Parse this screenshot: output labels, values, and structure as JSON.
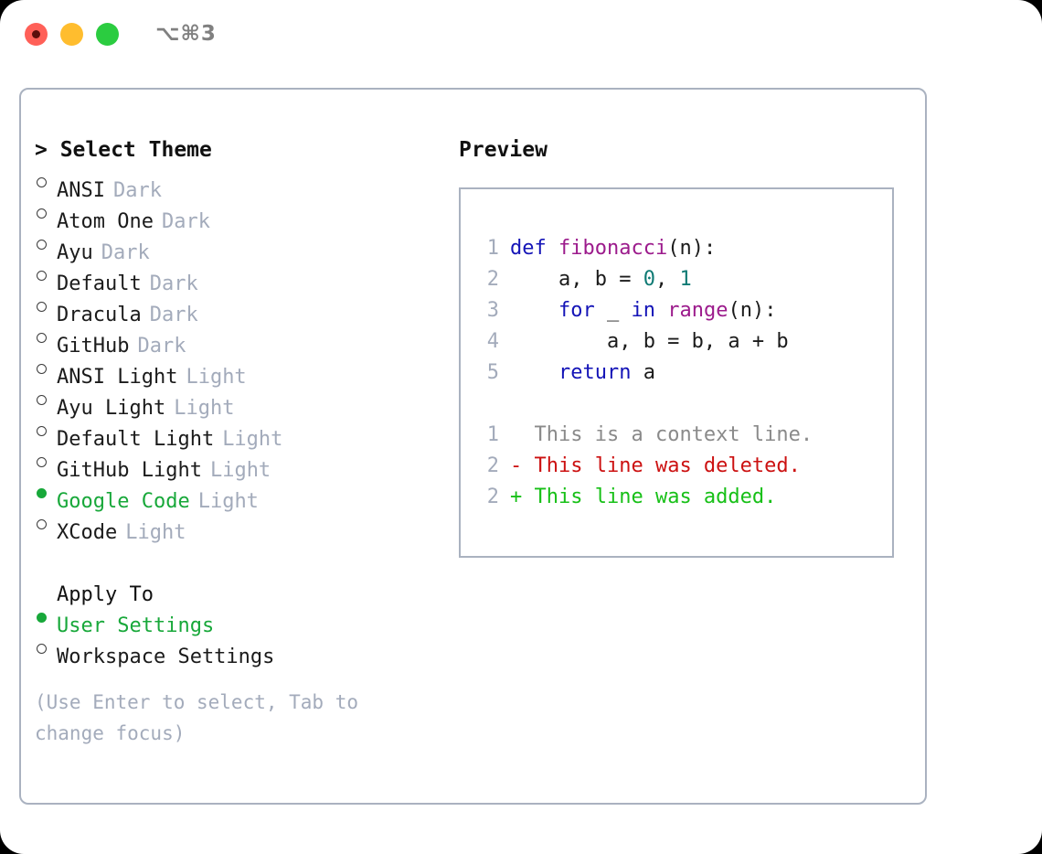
{
  "window": {
    "title": "⌥⌘3",
    "traffic_lights": [
      "close-red",
      "minimize-yellow",
      "maximize-green"
    ]
  },
  "theme_list": {
    "header": "> Select Theme",
    "items": [
      {
        "label": "ANSI",
        "tag": "Dark",
        "selected": false
      },
      {
        "label": "Atom One",
        "tag": "Dark",
        "selected": false
      },
      {
        "label": "Ayu",
        "tag": "Dark",
        "selected": false
      },
      {
        "label": "Default",
        "tag": "Dark",
        "selected": false
      },
      {
        "label": "Dracula",
        "tag": "Dark",
        "selected": false
      },
      {
        "label": "GitHub",
        "tag": "Dark",
        "selected": false
      },
      {
        "label": "ANSI Light",
        "tag": "Light",
        "selected": false
      },
      {
        "label": "Ayu Light",
        "tag": "Light",
        "selected": false
      },
      {
        "label": "Default Light",
        "tag": "Light",
        "selected": false
      },
      {
        "label": "GitHub Light",
        "tag": "Light",
        "selected": false
      },
      {
        "label": "Google Code",
        "tag": "Light",
        "selected": true
      },
      {
        "label": "XCode",
        "tag": "Light",
        "selected": false
      }
    ]
  },
  "apply_to": {
    "header": "Apply To",
    "items": [
      {
        "label": "User Settings",
        "selected": true
      },
      {
        "label": "Workspace Settings",
        "selected": false
      }
    ]
  },
  "hint": "(Use Enter to select, Tab to change focus)",
  "preview": {
    "title": "Preview",
    "code_lines": [
      {
        "no": "1",
        "tokens": [
          {
            "t": "def ",
            "c": "kw"
          },
          {
            "t": "fibonacci",
            "c": "fn"
          },
          {
            "t": "(n):",
            "c": "txt"
          }
        ]
      },
      {
        "no": "2",
        "tokens": [
          {
            "t": "    a, b = ",
            "c": "txt"
          },
          {
            "t": "0",
            "c": "num"
          },
          {
            "t": ", ",
            "c": "txt"
          },
          {
            "t": "1",
            "c": "num"
          }
        ]
      },
      {
        "no": "3",
        "tokens": [
          {
            "t": "    ",
            "c": "txt"
          },
          {
            "t": "for",
            "c": "kw"
          },
          {
            "t": " _ ",
            "c": "txt"
          },
          {
            "t": "in",
            "c": "kw"
          },
          {
            "t": " ",
            "c": "txt"
          },
          {
            "t": "range",
            "c": "fn"
          },
          {
            "t": "(n):",
            "c": "txt"
          }
        ]
      },
      {
        "no": "4",
        "tokens": [
          {
            "t": "        a, b = b, a + b",
            "c": "txt"
          }
        ]
      },
      {
        "no": "5",
        "tokens": [
          {
            "t": "    ",
            "c": "txt"
          },
          {
            "t": "return",
            "c": "kw"
          },
          {
            "t": " a",
            "c": "txt"
          }
        ]
      }
    ],
    "diff_lines": [
      {
        "no": "1",
        "marker": "  ",
        "text": "This is a context line.",
        "kind": "ctx"
      },
      {
        "no": "2",
        "marker": "- ",
        "text": "This line was deleted.",
        "kind": "del"
      },
      {
        "no": "2",
        "marker": "+ ",
        "text": "This line was added.",
        "kind": "add"
      }
    ]
  },
  "colors": {
    "accent_green": "#18a83a",
    "tag_gray": "#a3abbb",
    "border": "#aab2c0",
    "keyword": "#1414b7",
    "function": "#9c1b8c",
    "number": "#0f7a74",
    "diff_deleted": "#cc1111",
    "diff_added": "#17c017",
    "context": "#8a8a8a"
  }
}
